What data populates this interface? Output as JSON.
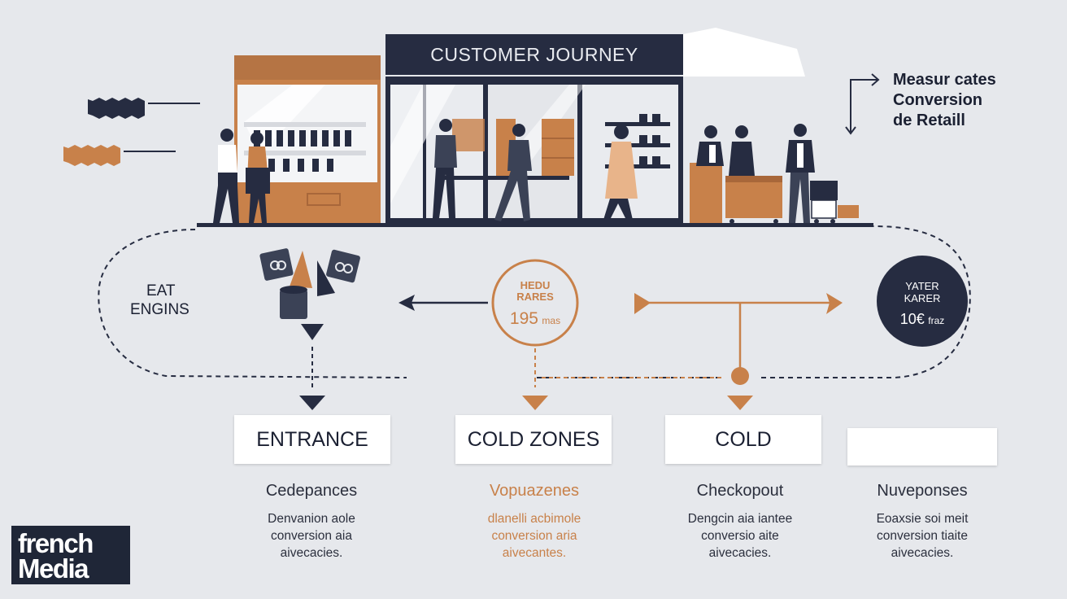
{
  "banner": {
    "title": "CUSTOMER JOURNEY"
  },
  "side_note": {
    "line1": "Measur cates",
    "line2": "Conversion",
    "line3": "de Retaill"
  },
  "left_note": {
    "line1": "EAT",
    "line2": "ENGINS"
  },
  "center_circle": {
    "line1": "HEDU",
    "line2": "RARES",
    "value": "195",
    "unit": "mas"
  },
  "right_circle": {
    "line1": "YATER",
    "line2": "KARER",
    "value": "10€",
    "unit": "fraz"
  },
  "stages": [
    {
      "label": "ENTRANCE",
      "subtitle": "Cedepances",
      "desc": [
        "Denvanion aole",
        "conversion aia",
        "aivecacies."
      ]
    },
    {
      "label": "COLD ZONES",
      "subtitle": "Vopuazenes",
      "desc": [
        "dlanelli acbimole",
        "conversion aria",
        "aivecantes."
      ]
    },
    {
      "label": "COLD",
      "subtitle": "Checkopout",
      "desc": [
        "Dengcin aia iantee",
        "conversio aite",
        "aivecacies."
      ]
    },
    {
      "label": "",
      "subtitle": "Nuveponses",
      "desc": [
        "Eoaxsie soi meit",
        "conversion tiaite",
        "aivecacies."
      ]
    }
  ],
  "logo": {
    "line1": "french",
    "line2": "Media"
  },
  "colors": {
    "background": "#e6e8ec",
    "navy": "#262c41",
    "orange": "#c8814a",
    "white": "#ffffff"
  },
  "icons": [
    "chat-icon",
    "tag-icon",
    "cup-icon",
    "cone-icon",
    "arrow-left-icon",
    "arrow-right-icon"
  ]
}
